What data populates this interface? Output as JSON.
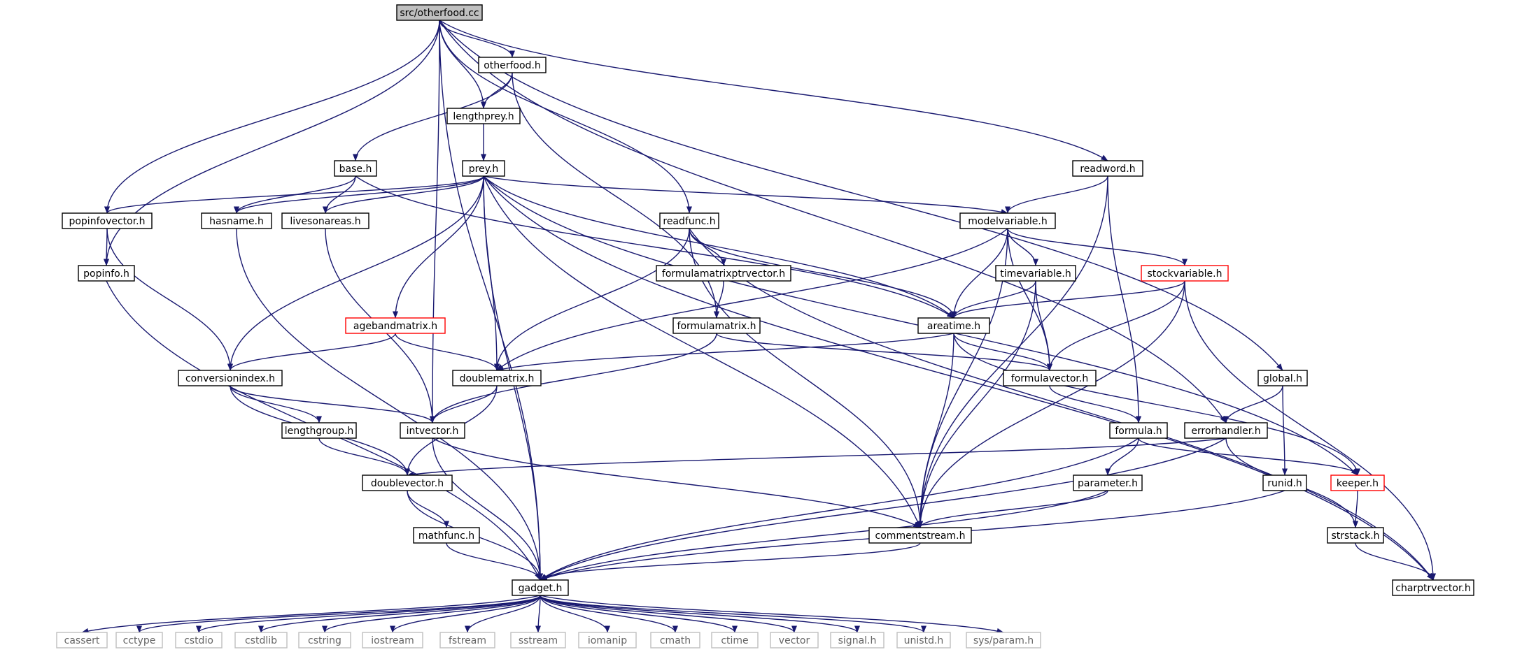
{
  "colors": {
    "edge": "#191970",
    "node_border": "#000000",
    "root_fill": "#bfbfbf",
    "expandable_border": "#ff0000",
    "system_border": "#bfbfbf",
    "system_text": "#666666",
    "text": "#000000"
  },
  "nodes": {
    "root": {
      "label": "src/otherfood.cc",
      "kind": "root"
    },
    "otherfood": {
      "label": "otherfood.h",
      "kind": "normal"
    },
    "lengthprey": {
      "label": "lengthprey.h",
      "kind": "normal"
    },
    "base": {
      "label": "base.h",
      "kind": "normal"
    },
    "prey": {
      "label": "prey.h",
      "kind": "normal"
    },
    "readword": {
      "label": "readword.h",
      "kind": "normal"
    },
    "popinfovector": {
      "label": "popinfovector.h",
      "kind": "normal"
    },
    "hasname": {
      "label": "hasname.h",
      "kind": "normal"
    },
    "livesonareas": {
      "label": "livesonareas.h",
      "kind": "normal"
    },
    "readfunc": {
      "label": "readfunc.h",
      "kind": "normal"
    },
    "modelvariable": {
      "label": "modelvariable.h",
      "kind": "normal"
    },
    "popinfo": {
      "label": "popinfo.h",
      "kind": "normal"
    },
    "formulamatrixptrvector": {
      "label": "formulamatrixptrvector.h",
      "kind": "normal"
    },
    "timevariable": {
      "label": "timevariable.h",
      "kind": "normal"
    },
    "stockvariable": {
      "label": "stockvariable.h",
      "kind": "expandable"
    },
    "agebandmatrix": {
      "label": "agebandmatrix.h",
      "kind": "expandable"
    },
    "formulamatrix": {
      "label": "formulamatrix.h",
      "kind": "normal"
    },
    "areatime": {
      "label": "areatime.h",
      "kind": "normal"
    },
    "conversionindex": {
      "label": "conversionindex.h",
      "kind": "normal"
    },
    "doublematrix": {
      "label": "doublematrix.h",
      "kind": "normal"
    },
    "formulavector": {
      "label": "formulavector.h",
      "kind": "normal"
    },
    "global": {
      "label": "global.h",
      "kind": "normal"
    },
    "lengthgroup": {
      "label": "lengthgroup.h",
      "kind": "normal"
    },
    "intvector": {
      "label": "intvector.h",
      "kind": "normal"
    },
    "formula": {
      "label": "formula.h",
      "kind": "normal"
    },
    "errorhandler": {
      "label": "errorhandler.h",
      "kind": "normal"
    },
    "doublevector": {
      "label": "doublevector.h",
      "kind": "normal"
    },
    "parameter": {
      "label": "parameter.h",
      "kind": "normal"
    },
    "runid": {
      "label": "runid.h",
      "kind": "normal"
    },
    "keeper": {
      "label": "keeper.h",
      "kind": "expandable"
    },
    "mathfunc": {
      "label": "mathfunc.h",
      "kind": "normal"
    },
    "commentstream": {
      "label": "commentstream.h",
      "kind": "normal"
    },
    "strstack": {
      "label": "strstack.h",
      "kind": "normal"
    },
    "gadget": {
      "label": "gadget.h",
      "kind": "normal"
    },
    "charptrvector": {
      "label": "charptrvector.h",
      "kind": "normal"
    },
    "cassert": {
      "label": "cassert",
      "kind": "system"
    },
    "cctype": {
      "label": "cctype",
      "kind": "system"
    },
    "cstdio": {
      "label": "cstdio",
      "kind": "system"
    },
    "cstdlib": {
      "label": "cstdlib",
      "kind": "system"
    },
    "cstring": {
      "label": "cstring",
      "kind": "system"
    },
    "iostream": {
      "label": "iostream",
      "kind": "system"
    },
    "fstream": {
      "label": "fstream",
      "kind": "system"
    },
    "sstream": {
      "label": "sstream",
      "kind": "system"
    },
    "iomanip": {
      "label": "iomanip",
      "kind": "system"
    },
    "cmath": {
      "label": "cmath",
      "kind": "system"
    },
    "ctime": {
      "label": "ctime",
      "kind": "system"
    },
    "vector": {
      "label": "vector",
      "kind": "system"
    },
    "signal": {
      "label": "signal.h",
      "kind": "system"
    },
    "unistd": {
      "label": "unistd.h",
      "kind": "system"
    },
    "sysparam": {
      "label": "sys/param.h",
      "kind": "system"
    }
  },
  "edges": [
    [
      "root",
      "otherfood"
    ],
    [
      "root",
      "lengthprey"
    ],
    [
      "root",
      "readfunc"
    ],
    [
      "root",
      "readword"
    ],
    [
      "root",
      "popinfovector"
    ],
    [
      "root",
      "popinfo"
    ],
    [
      "root",
      "intvector"
    ],
    [
      "root",
      "gadget"
    ],
    [
      "root",
      "global"
    ],
    [
      "root",
      "errorhandler"
    ],
    [
      "otherfood",
      "lengthprey"
    ],
    [
      "otherfood",
      "base"
    ],
    [
      "otherfood",
      "formulamatrix"
    ],
    [
      "lengthprey",
      "prey"
    ],
    [
      "base",
      "hasname"
    ],
    [
      "base",
      "livesonareas"
    ],
    [
      "base",
      "areatime"
    ],
    [
      "prey",
      "popinfovector"
    ],
    [
      "prey",
      "hasname"
    ],
    [
      "prey",
      "livesonareas"
    ],
    [
      "prey",
      "modelvariable"
    ],
    [
      "prey",
      "areatime"
    ],
    [
      "prey",
      "conversionindex"
    ],
    [
      "prey",
      "agebandmatrix"
    ],
    [
      "prey",
      "doublematrix"
    ],
    [
      "prey",
      "gadget"
    ],
    [
      "prey",
      "commentstream"
    ],
    [
      "prey",
      "keeper"
    ],
    [
      "prey",
      "charptrvector"
    ],
    [
      "readword",
      "modelvariable"
    ],
    [
      "readword",
      "commentstream"
    ],
    [
      "readword",
      "formula"
    ],
    [
      "popinfovector",
      "popinfo"
    ],
    [
      "popinfovector",
      "conversionindex"
    ],
    [
      "hasname",
      "gadget"
    ],
    [
      "livesonareas",
      "intvector"
    ],
    [
      "readfunc",
      "formulamatrixptrvector"
    ],
    [
      "readfunc",
      "doublematrix"
    ],
    [
      "readfunc",
      "areatime"
    ],
    [
      "readfunc",
      "commentstream"
    ],
    [
      "readfunc",
      "charptrvector"
    ],
    [
      "modelvariable",
      "timevariable"
    ],
    [
      "modelvariable",
      "stockvariable"
    ],
    [
      "modelvariable",
      "areatime"
    ],
    [
      "modelvariable",
      "formulavector"
    ],
    [
      "modelvariable",
      "commentstream"
    ],
    [
      "modelvariable",
      "doublematrix"
    ],
    [
      "popinfo",
      "gadget"
    ],
    [
      "formulamatrixptrvector",
      "formulamatrix"
    ],
    [
      "timevariable",
      "areatime"
    ],
    [
      "timevariable",
      "formulavector"
    ],
    [
      "timevariable",
      "commentstream"
    ],
    [
      "stockvariable",
      "areatime"
    ],
    [
      "stockvariable",
      "formulavector"
    ],
    [
      "stockvariable",
      "commentstream"
    ],
    [
      "stockvariable",
      "charptrvector"
    ],
    [
      "agebandmatrix",
      "conversionindex"
    ],
    [
      "agebandmatrix",
      "doublematrix"
    ],
    [
      "formulamatrix",
      "formulavector"
    ],
    [
      "formulamatrix",
      "intvector"
    ],
    [
      "areatime",
      "doublematrix"
    ],
    [
      "areatime",
      "formulavector"
    ],
    [
      "areatime",
      "commentstream"
    ],
    [
      "areatime",
      "keeper"
    ],
    [
      "conversionindex",
      "lengthgroup"
    ],
    [
      "conversionindex",
      "intvector"
    ],
    [
      "conversionindex",
      "doublevector"
    ],
    [
      "doublematrix",
      "intvector"
    ],
    [
      "doublematrix",
      "doublevector"
    ],
    [
      "formulavector",
      "formula"
    ],
    [
      "global",
      "errorhandler"
    ],
    [
      "global",
      "runid"
    ],
    [
      "lengthgroup",
      "doublevector"
    ],
    [
      "intvector",
      "commentstream"
    ],
    [
      "intvector",
      "gadget"
    ],
    [
      "formula",
      "parameter"
    ],
    [
      "formula",
      "keeper"
    ],
    [
      "formula",
      "gadget"
    ],
    [
      "errorhandler",
      "doublevector"
    ],
    [
      "errorhandler",
      "strstack"
    ],
    [
      "errorhandler",
      "gadget"
    ],
    [
      "doublevector",
      "mathfunc"
    ],
    [
      "doublevector",
      "gadget"
    ],
    [
      "parameter",
      "commentstream"
    ],
    [
      "parameter",
      "gadget"
    ],
    [
      "runid",
      "gadget"
    ],
    [
      "keeper",
      "strstack"
    ],
    [
      "mathfunc",
      "gadget"
    ],
    [
      "commentstream",
      "gadget"
    ],
    [
      "strstack",
      "charptrvector"
    ],
    [
      "gadget",
      "cassert"
    ],
    [
      "gadget",
      "cctype"
    ],
    [
      "gadget",
      "cstdio"
    ],
    [
      "gadget",
      "cstdlib"
    ],
    [
      "gadget",
      "cstring"
    ],
    [
      "gadget",
      "iostream"
    ],
    [
      "gadget",
      "fstream"
    ],
    [
      "gadget",
      "sstream"
    ],
    [
      "gadget",
      "iomanip"
    ],
    [
      "gadget",
      "cmath"
    ],
    [
      "gadget",
      "ctime"
    ],
    [
      "gadget",
      "vector"
    ],
    [
      "gadget",
      "signal"
    ],
    [
      "gadget",
      "unistd"
    ],
    [
      "gadget",
      "sysparam"
    ]
  ]
}
